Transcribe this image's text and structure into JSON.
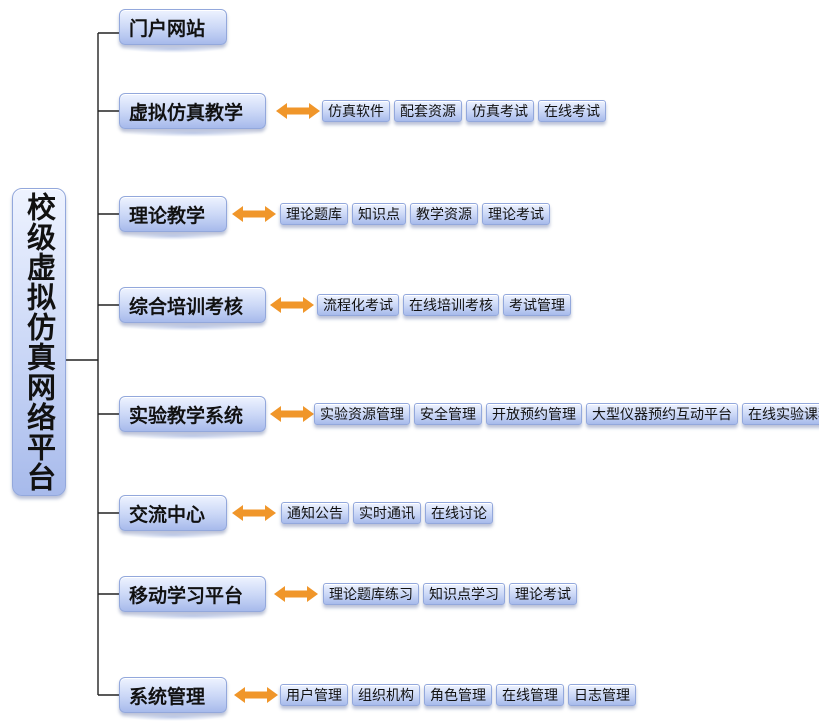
{
  "root": {
    "label": "校级虚拟仿真网络平台"
  },
  "modules": [
    {
      "label": "门户网站",
      "items": []
    },
    {
      "label": "虚拟仿真教学",
      "items": [
        "仿真软件",
        "配套资源",
        "仿真考试",
        "在线考试"
      ]
    },
    {
      "label": "理论教学",
      "items": [
        "理论题库",
        "知识点",
        "教学资源",
        "理论考试"
      ]
    },
    {
      "label": "综合培训考核",
      "items": [
        "流程化考试",
        "在线培训考核",
        "考试管理"
      ]
    },
    {
      "label": "实验教学系统",
      "items": [
        "实验资源管理",
        "安全管理",
        "开放预约管理",
        "大型仪器预约互动平台",
        "在线实验课程"
      ]
    },
    {
      "label": "交流中心",
      "items": [
        "通知公告",
        "实时通讯",
        "在线讨论"
      ]
    },
    {
      "label": "移动学习平台",
      "items": [
        "理论题库练习",
        "知识点学习",
        "理论考试"
      ]
    },
    {
      "label": "系统管理",
      "items": [
        "用户管理",
        "组织机构",
        "角色管理",
        "在线管理",
        "日志管理"
      ]
    }
  ],
  "colors": {
    "arrow": "#f0962a",
    "connector": "#222222",
    "node_border": "#93a8dc"
  }
}
